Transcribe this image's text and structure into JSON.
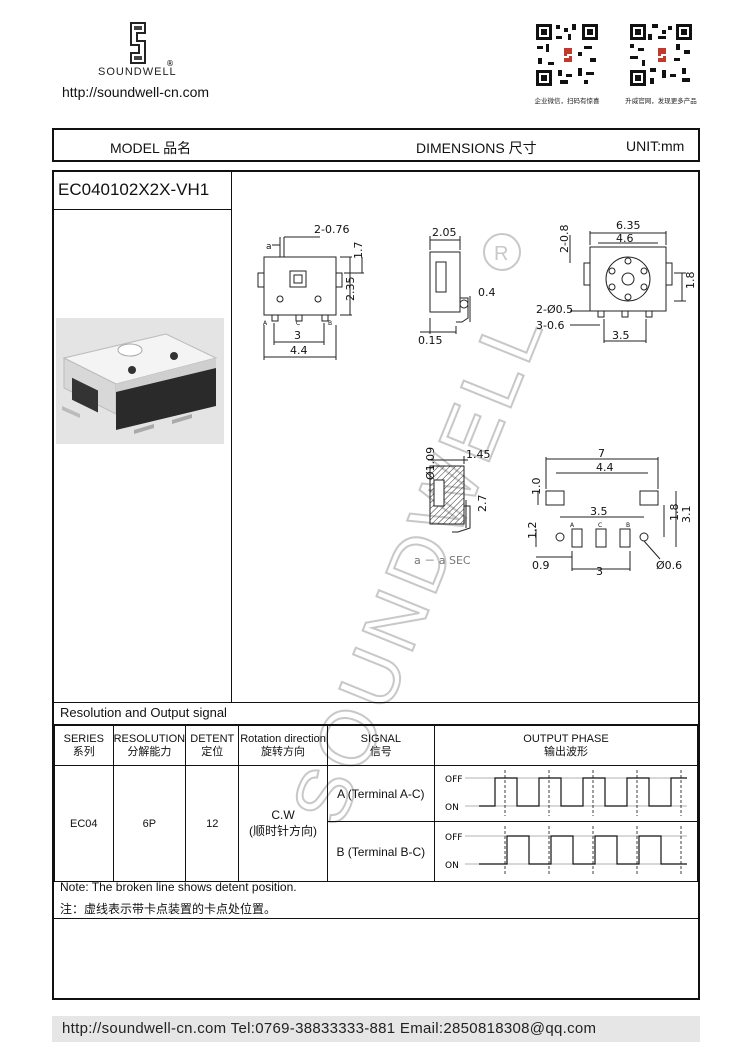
{
  "header": {
    "brand": "SOUNDWELL",
    "website": "http://soundwell-cn.com",
    "qr_left_caption": "企业微信，扫码有惊喜",
    "qr_right_caption": "升威官网，发现更多产品"
  },
  "title_bar": {
    "model": "MODEL 品名",
    "dimensions": "DIMENSIONS 尺寸",
    "unit": "UNIT:mm"
  },
  "model_code": "EC040102X2X-VH1",
  "watermark": "SOUNDWELL",
  "drawing": {
    "front": {
      "d1": "2-0.76",
      "a": "a",
      "d2": "1.7",
      "d3": "2.35",
      "d4": "3",
      "d5": "4.4",
      "pins": [
        "A",
        "C",
        "B"
      ]
    },
    "side": {
      "d1": "2.05",
      "d2": "0.4",
      "d3": "0.15"
    },
    "top": {
      "d1": "6.35",
      "d2": "4.6",
      "d3": "2-0.8",
      "d4": "1.8",
      "d5": "2-Ø0.5",
      "d6": "3-0.6",
      "d7": "3.5"
    },
    "section": {
      "d1": "Ø1.09",
      "d2": "1.45",
      "d3": "2.7",
      "label": "a － a SEC"
    },
    "pcb": {
      "d1": "7",
      "d2": "4.4",
      "d3": "1.0",
      "d4": "3.5",
      "d5": "1.8",
      "d6": "3.1",
      "d7": "1.2",
      "d8": "0.9",
      "d9": "3",
      "d10": "Ø0.6",
      "pins": [
        "A",
        "C",
        "B"
      ]
    }
  },
  "table": {
    "title": "Resolution and Output signal",
    "headers": [
      {
        "en": "SERIES",
        "zh": "系列"
      },
      {
        "en": "RESOLUTION",
        "zh": "分解能力"
      },
      {
        "en": "DETENT",
        "zh": "定位"
      },
      {
        "en": "Rotation direction",
        "zh": "旋转方向"
      },
      {
        "en": "SIGNAL",
        "zh": "信号"
      },
      {
        "en": "OUTPUT PHASE",
        "zh": "输出波形"
      }
    ],
    "row": {
      "series": "EC04",
      "resolution": "6P",
      "detent": "12",
      "rotation_en": "C.W",
      "rotation_zh": "(顺时针方向)",
      "signal_a": "A (Terminal A-C)",
      "signal_b": "B (Terminal B-C)"
    },
    "wave_labels": {
      "off": "OFF",
      "on": "ON"
    }
  },
  "notes": {
    "en": "Note: The broken line shows detent position.",
    "zh": "注：虚线表示带卡点装置的卡点处位置。"
  },
  "footer": "http://soundwell-cn.com  Tel:0769-38833333-881  Email:2850818308@qq.com"
}
